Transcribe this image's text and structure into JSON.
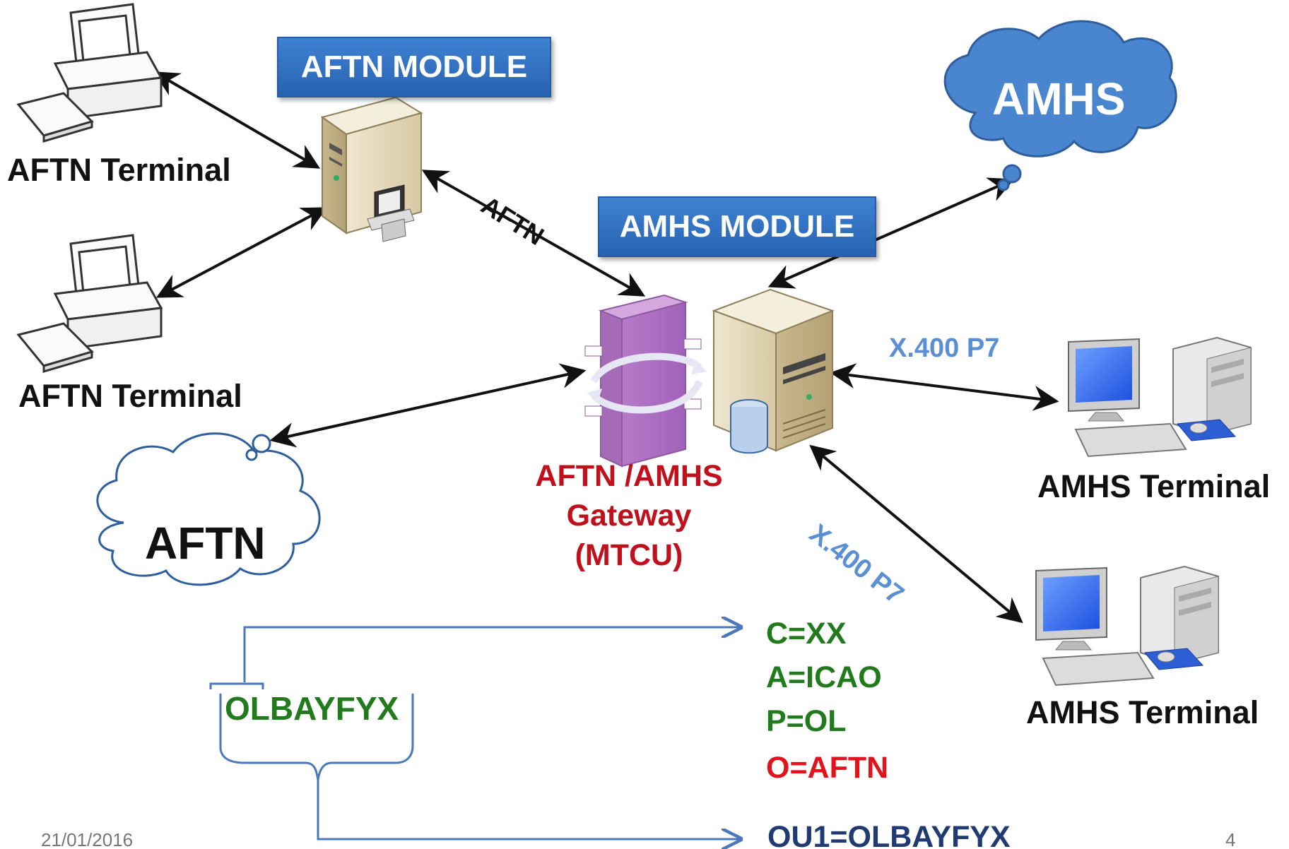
{
  "modules": {
    "aftn_module": "AFTN MODULE",
    "amhs_module": "AMHS MODULE"
  },
  "clouds": {
    "amhs": "AMHS",
    "aftn": "AFTN"
  },
  "terminals": {
    "aftn_terminal_1": "AFTN Terminal",
    "aftn_terminal_2": "AFTN Terminal",
    "amhs_terminal_1": "AMHS Terminal",
    "amhs_terminal_2": "AMHS Terminal"
  },
  "links": {
    "aftn_link": "AFTN",
    "x400_p7_upper": "X.400 P7",
    "x400_p7_lower": "X.400 P7"
  },
  "gateway": {
    "line1": "AFTN /AMHS",
    "line2": "Gateway",
    "line3": "(MTCU)"
  },
  "address_mapping": {
    "aftn_address": "OLBAYFYX",
    "attributes": [
      "C=XX",
      "A=ICAO",
      "P=OL",
      "O=AFTN"
    ],
    "ou1": "OU1=OLBAYFYX"
  },
  "footer": {
    "date": "21/01/2016",
    "page": "4"
  },
  "colors": {
    "module_blue": "#2f6fc4",
    "amhs_cloud": "#4a86cf",
    "gateway_red": "#c0101b",
    "x400_blue": "#5b8fd4",
    "attr_green": "#217a1c",
    "attr_red": "#e0141c",
    "ou_navy": "#1f3b72",
    "bracket_blue": "#4a78b8"
  }
}
